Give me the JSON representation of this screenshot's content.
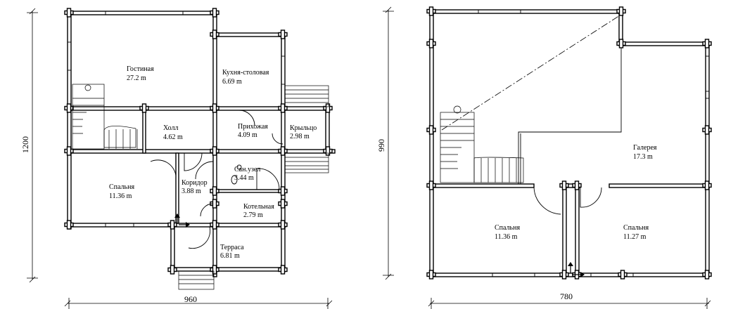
{
  "plan1": {
    "rooms": [
      {
        "name": "Гостиная",
        "area": "27.2 m"
      },
      {
        "name": "Кухня-столовая",
        "area": "6.69 m"
      },
      {
        "name": "Холл",
        "area": "4.62 m"
      },
      {
        "name": "Прихожая",
        "area": "4.09 m"
      },
      {
        "name": "Крыльцо",
        "area": "2.98 m"
      },
      {
        "name": "Спальня",
        "area": "11.36 m"
      },
      {
        "name": "Коридор",
        "area": "3.88 m"
      },
      {
        "name": "Сан.узел",
        "area": "3.44 m"
      },
      {
        "name": "Котельная",
        "area": "2.79 m"
      },
      {
        "name": "Терраса",
        "area": "6.81 m"
      }
    ],
    "dim_width": "960",
    "dim_height": "1200"
  },
  "plan2": {
    "rooms": [
      {
        "name": "Галерея",
        "area": "17.3 m"
      },
      {
        "name": "Спальня",
        "area": "11.36 m"
      },
      {
        "name": "Спальня",
        "area": "11.27 m"
      }
    ],
    "dim_width": "780",
    "dim_height": "990"
  }
}
